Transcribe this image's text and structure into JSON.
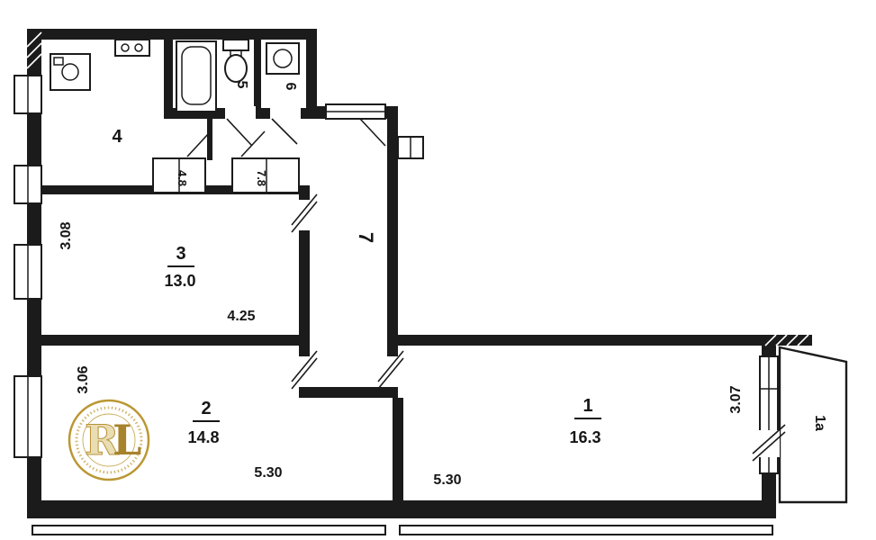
{
  "labels": {
    "room1": {
      "num": "1",
      "area": "16.3"
    },
    "room2": {
      "num": "2",
      "area": "14.8"
    },
    "room3": {
      "num": "3",
      "area": "13.0"
    },
    "room4": {
      "num": "4"
    },
    "room5": {
      "num": "5"
    },
    "room6": {
      "num": "6"
    },
    "room7": {
      "num": "7"
    },
    "balcony": {
      "num": "1a"
    },
    "closet_left": "4.8",
    "closet_right": "7.8"
  },
  "dimensions": {
    "room3_w": "4.25",
    "room3_h": "3.08",
    "room2_w": "5.30",
    "room2_h": "3.06",
    "room1_w": "5.30",
    "room1_h": "3.07"
  },
  "watermark": {
    "letter_r": "R",
    "letter_l": "L",
    "ring_color": "#bb9733"
  },
  "colors": {
    "wall": "#1b1b1b",
    "background": "#ffffff"
  }
}
